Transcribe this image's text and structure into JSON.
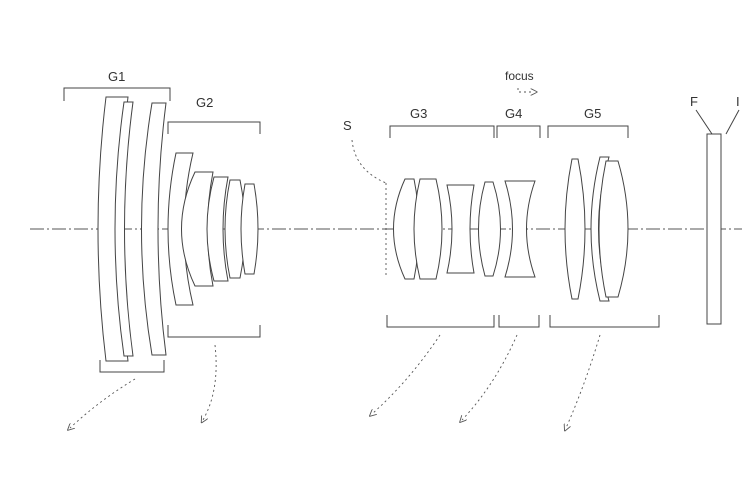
{
  "labels": {
    "g1": "G1",
    "g2": "G2",
    "g3": "G3",
    "g4": "G4",
    "g5": "G5",
    "stop": "S",
    "focus": "focus",
    "filter": "F",
    "image_plane": "I"
  },
  "colors": {
    "line": "#444444",
    "text": "#333333",
    "background": "#ffffff"
  }
}
